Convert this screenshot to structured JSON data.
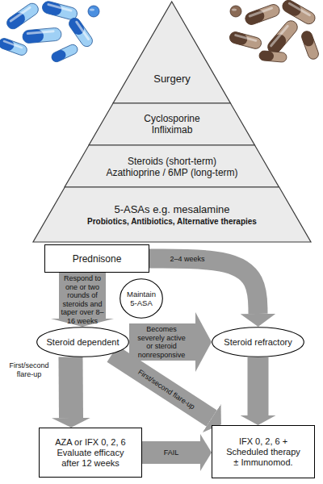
{
  "diagram": {
    "nodes": [
      {
        "text": [
          "Surgery"
        ]
      },
      {
        "text": [
          "Cyclosporine Infliximab"
        ]
      },
      {
        "text": [
          "Steroids (short-term)",
          "Azathioprine / 6MP (long-term)"
        ]
      },
      {
        "text": [
          "5-ASAs e.g. mesalamine",
          "Probiotics, Antibiotics, Alternative therapies"
        ]
      },
      {
        "text": [
          "Prednisone"
        ]
      },
      {
        "text": [
          "Maintain 5-ASA"
        ]
      },
      {
        "text": [
          "Steroid dependent"
        ]
      },
      {
        "text": [
          "Steroid refractory"
        ]
      },
      {
        "text": [
          "AZA or IFX 0, 2, 6 Evaluate efficacy after 12 weeks"
        ]
      },
      {
        "text": [
          "IFX 0, 2, 6 + Scheduled therapy ± Immunomod."
        ]
      }
    ],
    "edges": [
      {
        "from": 4,
        "to": 7,
        "arrow": "to",
        "label": "2–4 weeks"
      },
      {
        "from": 4,
        "to": 6,
        "arrow": "to",
        "label": "Respond to one or two rounds of steroids and taper over 8–16 weeks"
      },
      {
        "from": 6,
        "to": 7,
        "arrow": "to",
        "label": "Becomes severely active or steroid nonresponsive"
      },
      {
        "from": 6,
        "to": 8,
        "arrow": "to",
        "label": "First/second flare-up"
      },
      {
        "from": 6,
        "to": 9,
        "arrow": "to",
        "label": "First/second flare-up"
      },
      {
        "from": 7,
        "to": 9,
        "arrow": "to"
      },
      {
        "from": 8,
        "to": 9,
        "arrow": "to",
        "label": "FAIL"
      }
    ]
  }
}
